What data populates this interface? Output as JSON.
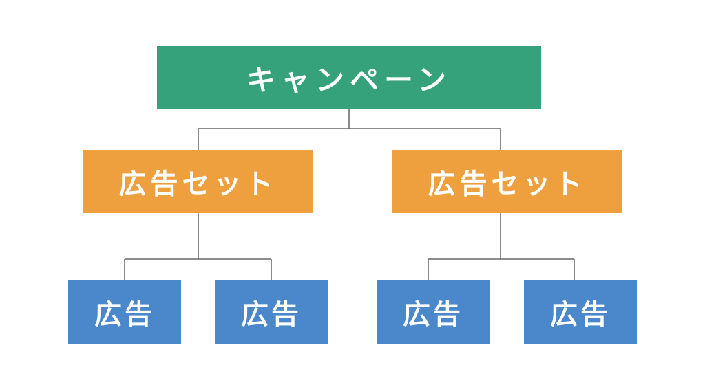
{
  "diagram": {
    "colors": {
      "campaign": "#35a27c",
      "adset": "#ee9f3e",
      "ad": "#4a87cb",
      "connector": "#666666",
      "text": "#ffffff",
      "background": "#ffffff"
    },
    "campaign": {
      "label": "キャンペーン"
    },
    "adsets": [
      {
        "label": "広告セット",
        "ads": [
          {
            "label": "広告"
          },
          {
            "label": "広告"
          }
        ]
      },
      {
        "label": "広告セット",
        "ads": [
          {
            "label": "広告"
          },
          {
            "label": "広告"
          }
        ]
      }
    ]
  }
}
